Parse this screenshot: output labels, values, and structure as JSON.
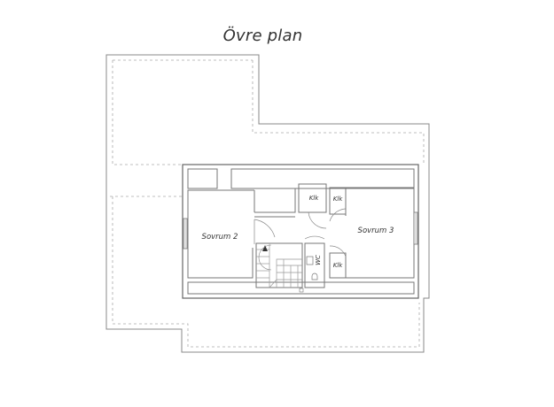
{
  "title": "Övre plan",
  "rooms": {
    "sovrum2": "Sovrum 2",
    "sovrum3": "Sovrum 3",
    "kladkammare_1": "Klk",
    "kladkammare_2": "Klk",
    "kladkammare_3": "Klk",
    "wc": "WC"
  },
  "colors": {
    "wall": "#777777",
    "dashed": "#aaaaaa",
    "text": "#333333"
  }
}
